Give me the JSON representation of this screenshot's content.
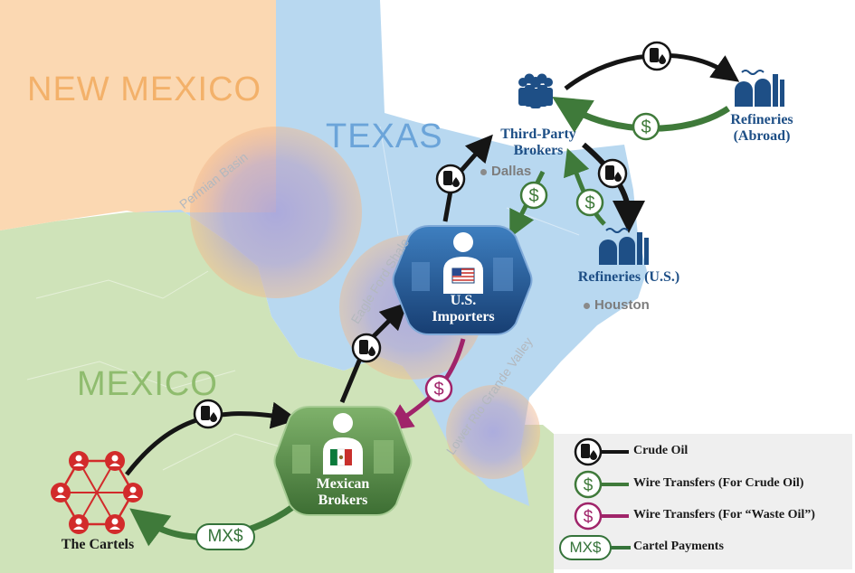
{
  "regions": {
    "new_mexico": "NEW MEXICO",
    "texas": "TEXAS",
    "mexico": "MEXICO"
  },
  "features": {
    "permian": "Permian Basin",
    "eagle_ford": "Eagle Ford Shale",
    "rio_grande": "Lower Rio Grande Valley"
  },
  "cities": {
    "dallas": "Dallas",
    "houston": "Houston"
  },
  "nodes": {
    "third_party_line1": "Third-Party",
    "third_party_line2": "Brokers",
    "refineries_abroad_line1": "Refineries",
    "refineries_abroad_line2": "(Abroad)",
    "refineries_us": "Refineries (U.S.)",
    "us_importers_line1": "U.S.",
    "us_importers_line2": "Importers",
    "mexican_brokers_line1": "Mexican",
    "mexican_brokers_line2": "Brokers",
    "cartels": "The Cartels"
  },
  "badges": {
    "mxs": "MX$"
  },
  "legend": {
    "crude_oil": "Crude Oil",
    "wire_crude": "Wire Transfers (For Crude Oil)",
    "wire_waste": "Wire Transfers (For “Waste Oil”)",
    "cartel_payments": "Cartel Payments",
    "mxs": "MX$"
  },
  "colors": {
    "new_mexico_fill": "#fbd8b2",
    "texas_fill": "#b8d8f0",
    "mexico_fill": "#cfe3b9",
    "oil_black": "#151515",
    "wire_green": "#3f7a3a",
    "waste_purple": "#a0246a",
    "cartel_red": "#d22b2b",
    "navy": "#1e4f86"
  },
  "icons": [
    "oil-barrel-icon",
    "dollar-icon",
    "people-group-icon",
    "refinery-icon",
    "businessman-icon",
    "cartel-network-icon"
  ]
}
